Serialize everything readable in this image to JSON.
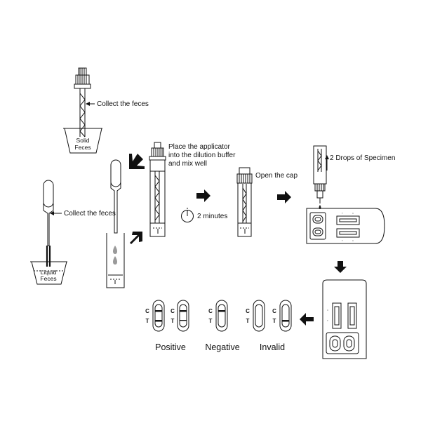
{
  "solid": {
    "label_line1": "Solid",
    "label_line2": "Feces",
    "collect": "Collect the feces"
  },
  "liquid": {
    "label_line1": "Liquid",
    "label_line2": "Feces",
    "collect": "Collect the feces"
  },
  "step_place": {
    "line1": "Place the applicator",
    "line2": "into the dilution buffer",
    "line3": "and mix well"
  },
  "timer": {
    "label": "2 minutes"
  },
  "step_open": {
    "label": "Open the cap"
  },
  "step_drops": {
    "label": "2 Drops of Specimen"
  },
  "results": {
    "c": "C",
    "t": "T",
    "positive": "Positive",
    "negative": "Negative",
    "invalid": "Invalid"
  },
  "colors": {
    "line": "#111111",
    "background": "#ffffff",
    "fill_dark": "#1a1a1a",
    "fill_gray": "#9a9a9a"
  }
}
